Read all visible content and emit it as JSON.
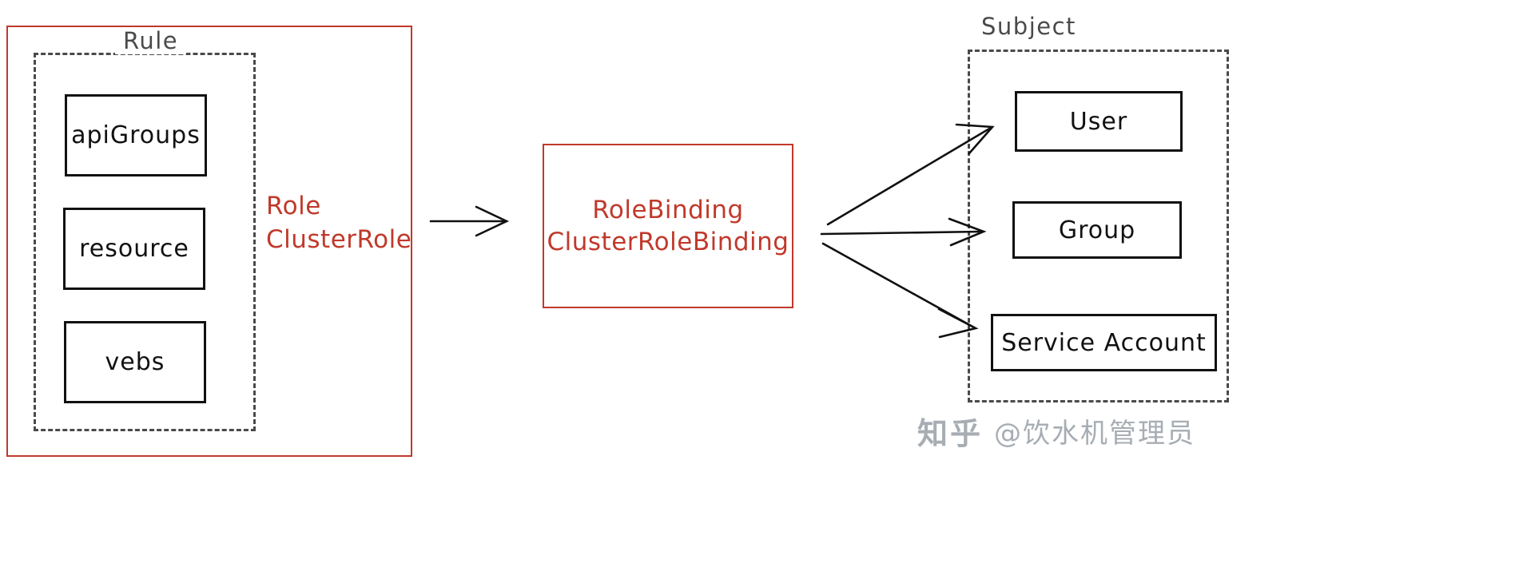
{
  "diagram": {
    "title": "Kubernetes RBAC relationship diagram",
    "colors": {
      "accent_red": "#c0392b",
      "box_border": "#111111",
      "dashed_border": "#4a4a4a",
      "background": "#ffffff",
      "watermark": "#a7adb3"
    },
    "left_group": {
      "outer_label_line1": "Role",
      "outer_label_line2": "ClusterRole",
      "inner_group_label": "Rule",
      "items": [
        {
          "label": "apiGroups"
        },
        {
          "label": "resource"
        },
        {
          "label": "vebs"
        }
      ]
    },
    "center": {
      "line1": "RoleBinding",
      "line2": "ClusterRoleBinding"
    },
    "right_group": {
      "group_label": "Subject",
      "items": [
        {
          "label": "User"
        },
        {
          "label": "Group"
        },
        {
          "label": "Service Account"
        }
      ]
    },
    "connectors": [
      {
        "from": "Role/ClusterRole",
        "to": "RoleBinding/ClusterRoleBinding",
        "style": "arrow"
      },
      {
        "from": "RoleBinding/ClusterRoleBinding",
        "to": "User",
        "style": "arrow"
      },
      {
        "from": "RoleBinding/ClusterRoleBinding",
        "to": "Group",
        "style": "arrow"
      },
      {
        "from": "RoleBinding/ClusterRoleBinding",
        "to": "Service Account",
        "style": "arrow"
      }
    ]
  },
  "watermark": {
    "logo_text": "知乎",
    "username": "@饮水机管理员"
  }
}
